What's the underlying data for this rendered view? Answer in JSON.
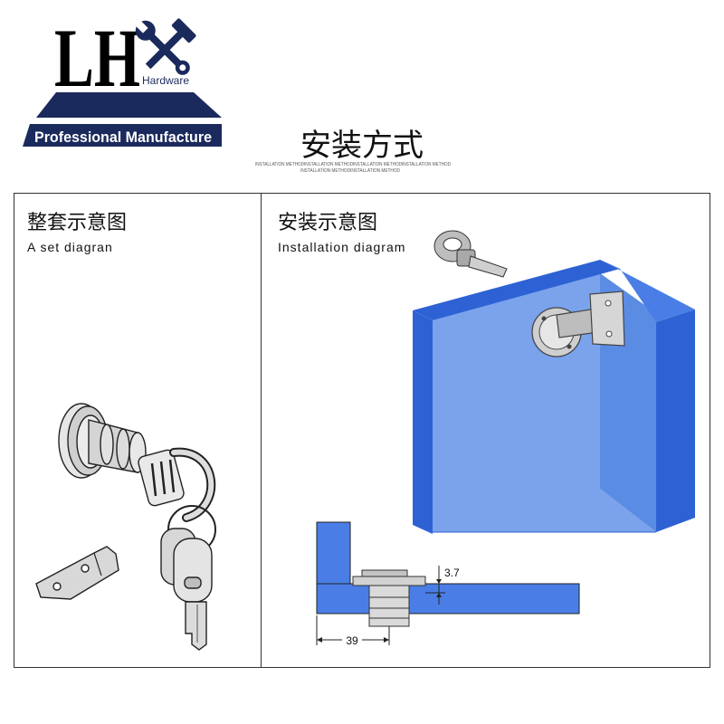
{
  "logo": {
    "letters": "LH",
    "subtitle": "Hardware",
    "banner": "Professional Manufacture"
  },
  "header": {
    "title": "安装方式",
    "tagline_lines": [
      "INSTALLATION METHODINSTALLATION METHODINSTALLATION METHODINSTALLATION METHOD",
      "INSTALLATION METHODINSTALLATION METHOD"
    ]
  },
  "panels": {
    "set": {
      "title_cn": "整套示意图",
      "title_en": "A set diagran"
    },
    "install": {
      "title_cn": "安装示意图",
      "title_en": "Installation diagram"
    }
  },
  "dimensions": {
    "offset": "3.7",
    "width": "39"
  },
  "icons": {
    "logo_tools": "crossed-wrench-hammer-icon",
    "lock_set": "cam-lock-with-keys-icon",
    "key": "key-icon"
  },
  "colors": {
    "brand_navy": "#1b2a5c",
    "panel_blue": "#4a7ee6",
    "panel_blue_dark": "#2e62d4",
    "panel_blue_light": "#7aa3ec",
    "metal": "#d6d6d6"
  }
}
